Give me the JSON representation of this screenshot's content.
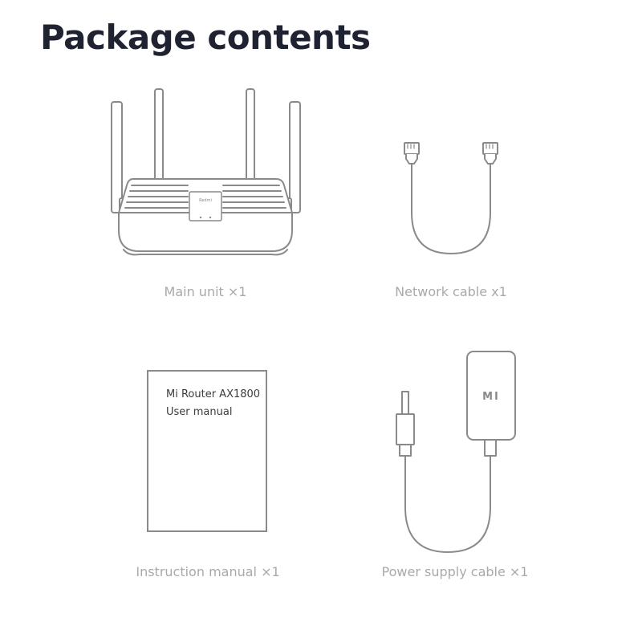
{
  "page": {
    "title": "Package contents"
  },
  "items": [
    {
      "caption": "Main unit ×1",
      "illustration": "router-icon",
      "badge": "Redmi"
    },
    {
      "caption": "Network cable x1",
      "illustration": "ethernet-cable-icon"
    },
    {
      "caption": "Instruction manual ×1",
      "illustration": "manual-icon",
      "cover_line1": "Mi Router AX1800",
      "cover_line2": "User manual"
    },
    {
      "caption": "Power supply cable ×1",
      "illustration": "power-adapter-icon",
      "adapter_logo": "MI"
    }
  ],
  "colors": {
    "title": "#1f2230",
    "caption": "#a9a9a9",
    "line_art": "#8a8a8a",
    "manual_text": "#3c3c3c"
  }
}
